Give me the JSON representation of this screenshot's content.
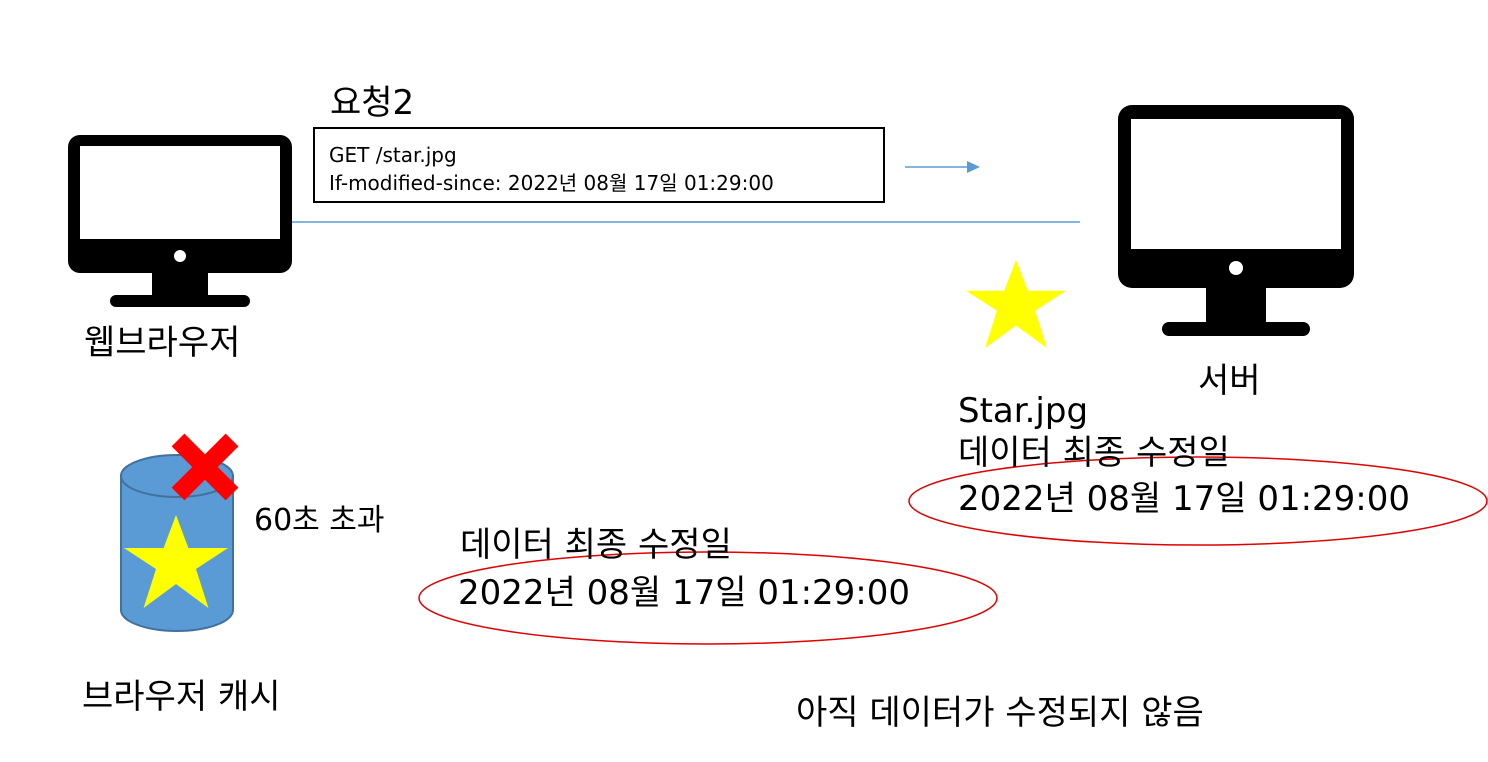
{
  "request": {
    "title": "요청2",
    "line1": "GET /star.jpg",
    "line2": "If-modified-since: 2022년 08월 17일 01:29:00"
  },
  "client": {
    "label": "웹브라우저",
    "icon": "monitor-icon"
  },
  "server": {
    "label": "서버",
    "icon": "monitor-icon",
    "file_name": "Star.jpg",
    "modified_label": "데이터 최종 수정일",
    "modified_value": "2022년 08월 17일 01:29:00"
  },
  "cache": {
    "label": "브라우저 캐시",
    "icon": "cylinder-cache-icon",
    "expired_text": "60초 초과",
    "expired_icon": "red-x-icon",
    "modified_label": "데이터 최종 수정일",
    "modified_value": "2022년 08월 17일 01:29:00"
  },
  "status": {
    "message": "아직 데이터가 수정되지 않음"
  },
  "colors": {
    "star": "#FFFF00",
    "cache_body": "#5B9BD5",
    "cache_border": "#41719C",
    "ellipse": "#E00000",
    "cross": "#FF0000",
    "arrow": "#5B9BD5"
  }
}
